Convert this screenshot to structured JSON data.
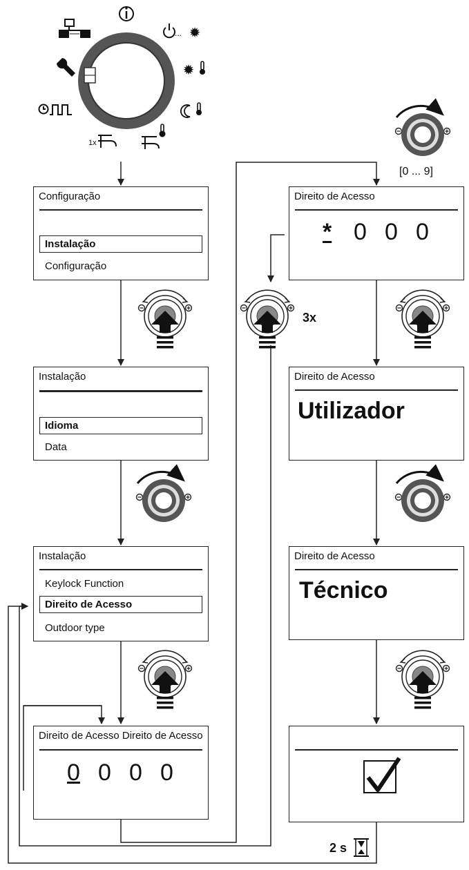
{
  "dial": {
    "icons": [
      "network-icon",
      "info-icon",
      "standby-sun-icon",
      "sun-thermo-icon",
      "moon-thermo-icon",
      "hot-water-thermo-icon",
      "hot-water-once-icon",
      "timer-program-icon",
      "wrench-icon"
    ],
    "once_label": "1x"
  },
  "screens": {
    "s1": {
      "title": "Configuração",
      "selected": "Instalação",
      "item": "Configuração"
    },
    "s2": {
      "title": "Instalação",
      "selected": "Idioma",
      "item": "Data"
    },
    "s3": {
      "title": "Instalação",
      "item_above": "Keylock Function",
      "selected": "Direito de Acesso",
      "item": "Outdoor type"
    },
    "s4": {
      "title": "Direito de Acesso Direito de Acesso",
      "digits": [
        "0",
        "0",
        "0",
        "0"
      ]
    },
    "s5": {
      "title": "Direito de Acesso",
      "digits": [
        "*",
        "0",
        "0",
        "0"
      ]
    },
    "s6": {
      "title": "Direito de Acesso",
      "value": "Utilizador"
    },
    "s7": {
      "title": "Direito de Acesso",
      "value": "Técnico"
    },
    "s8": {
      "title": "",
      "icon": "checkmark-icon"
    }
  },
  "labels": {
    "range": "[0 ... 9]",
    "press_count": "3x",
    "wait": "2 s"
  },
  "knob_icons": {
    "minus": "⊖",
    "plus": "⊕"
  },
  "colors": {
    "line": "#222222",
    "knob_dark": "#555555",
    "knob_light": "#bbbbbb"
  }
}
